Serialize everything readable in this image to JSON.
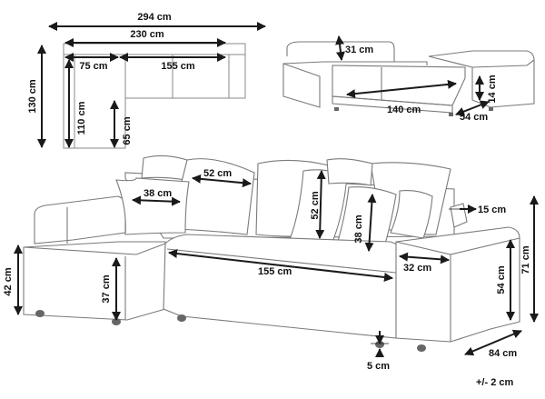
{
  "colors": {
    "outline": "#7a7a7a",
    "dimension": "#1a1a1a",
    "background": "#ffffff"
  },
  "top_view": {
    "total_width": "294 cm",
    "back_width": "230 cm",
    "chaise_width": "75 cm",
    "seat_width": "155 cm",
    "total_depth": "130 cm",
    "chaise_seat_depth": "110 cm",
    "seat_depth": "65 cm"
  },
  "bed_view": {
    "back_height": "31 cm",
    "bed_height": "14 cm",
    "bed_length": "140 cm",
    "bed_depth": "54 cm"
  },
  "front_view": {
    "cushion_large_width": "52 cm",
    "cushion_small_width": "38 cm",
    "cushion_large_height": "52 cm",
    "cushion_small_height": "38 cm",
    "arm_width": "15 cm",
    "seat_width": "155 cm",
    "arm_depth": "32 cm",
    "chaise_height": "42 cm",
    "seat_height": "37 cm",
    "seat_depth": "54 cm",
    "total_height": "71 cm",
    "total_depth": "84 cm",
    "leg_height": "5 cm"
  },
  "tolerance": "+/- 2 cm"
}
